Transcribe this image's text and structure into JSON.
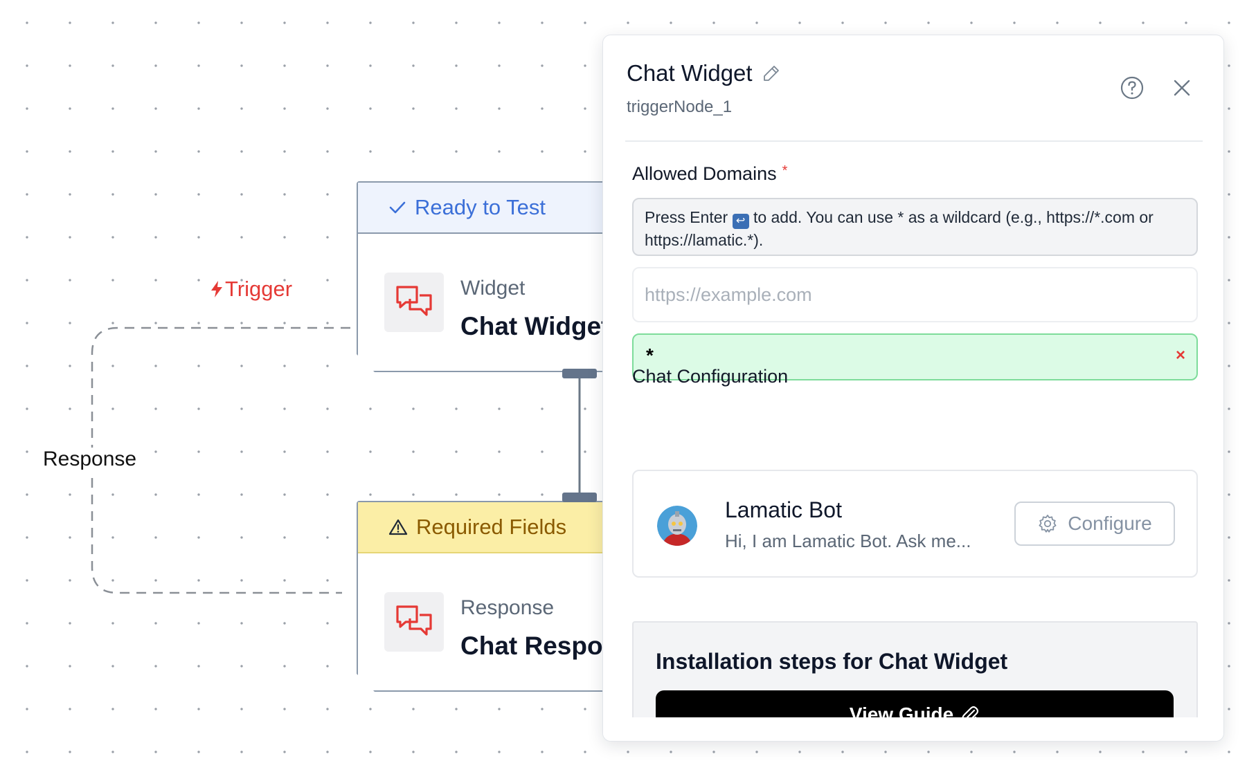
{
  "canvas": {
    "trigger_label": "Trigger",
    "response_label": "Response",
    "colors": {
      "edge": "#8a8f96",
      "trigger": "#e53935",
      "node_border": "#8a99ab"
    }
  },
  "nodes": [
    {
      "status": "Ready to Test",
      "status_icon": "check-icon",
      "status_color": "#3b6fd8",
      "status_bg": "#eef3fd",
      "type": "Widget",
      "name": "Chat Widget",
      "icon": "chat-bubbles-icon"
    },
    {
      "status": "Required Fields",
      "status_icon": "warning-triangle-icon",
      "status_color": "#8a5a00",
      "status_bg": "#fbeea6",
      "type": "Response",
      "name": "Chat Response",
      "icon": "chat-bubbles-icon"
    }
  ],
  "panel": {
    "title": "Chat Widget",
    "subtitle": "triggerNode_1",
    "allowed_domains": {
      "label": "Allowed Domains",
      "required_mark": "*",
      "hint_before_key": "Press Enter",
      "hint_after_key": "to add. You can use * as a wildcard (e.g., https://*.com or https://lamatic.*).",
      "input_placeholder": "https://example.com",
      "input_value": "",
      "entries": [
        {
          "value": "*",
          "remove_symbol": "×"
        }
      ]
    },
    "chat_config": {
      "label": "Chat Configuration",
      "bot_name": "Lamatic Bot",
      "bot_greeting": "Hi, I am Lamatic Bot. Ask me...",
      "configure_label": "Configure"
    },
    "installation": {
      "title": "Installation steps for Chat Widget",
      "button_label": "View Guide"
    }
  }
}
